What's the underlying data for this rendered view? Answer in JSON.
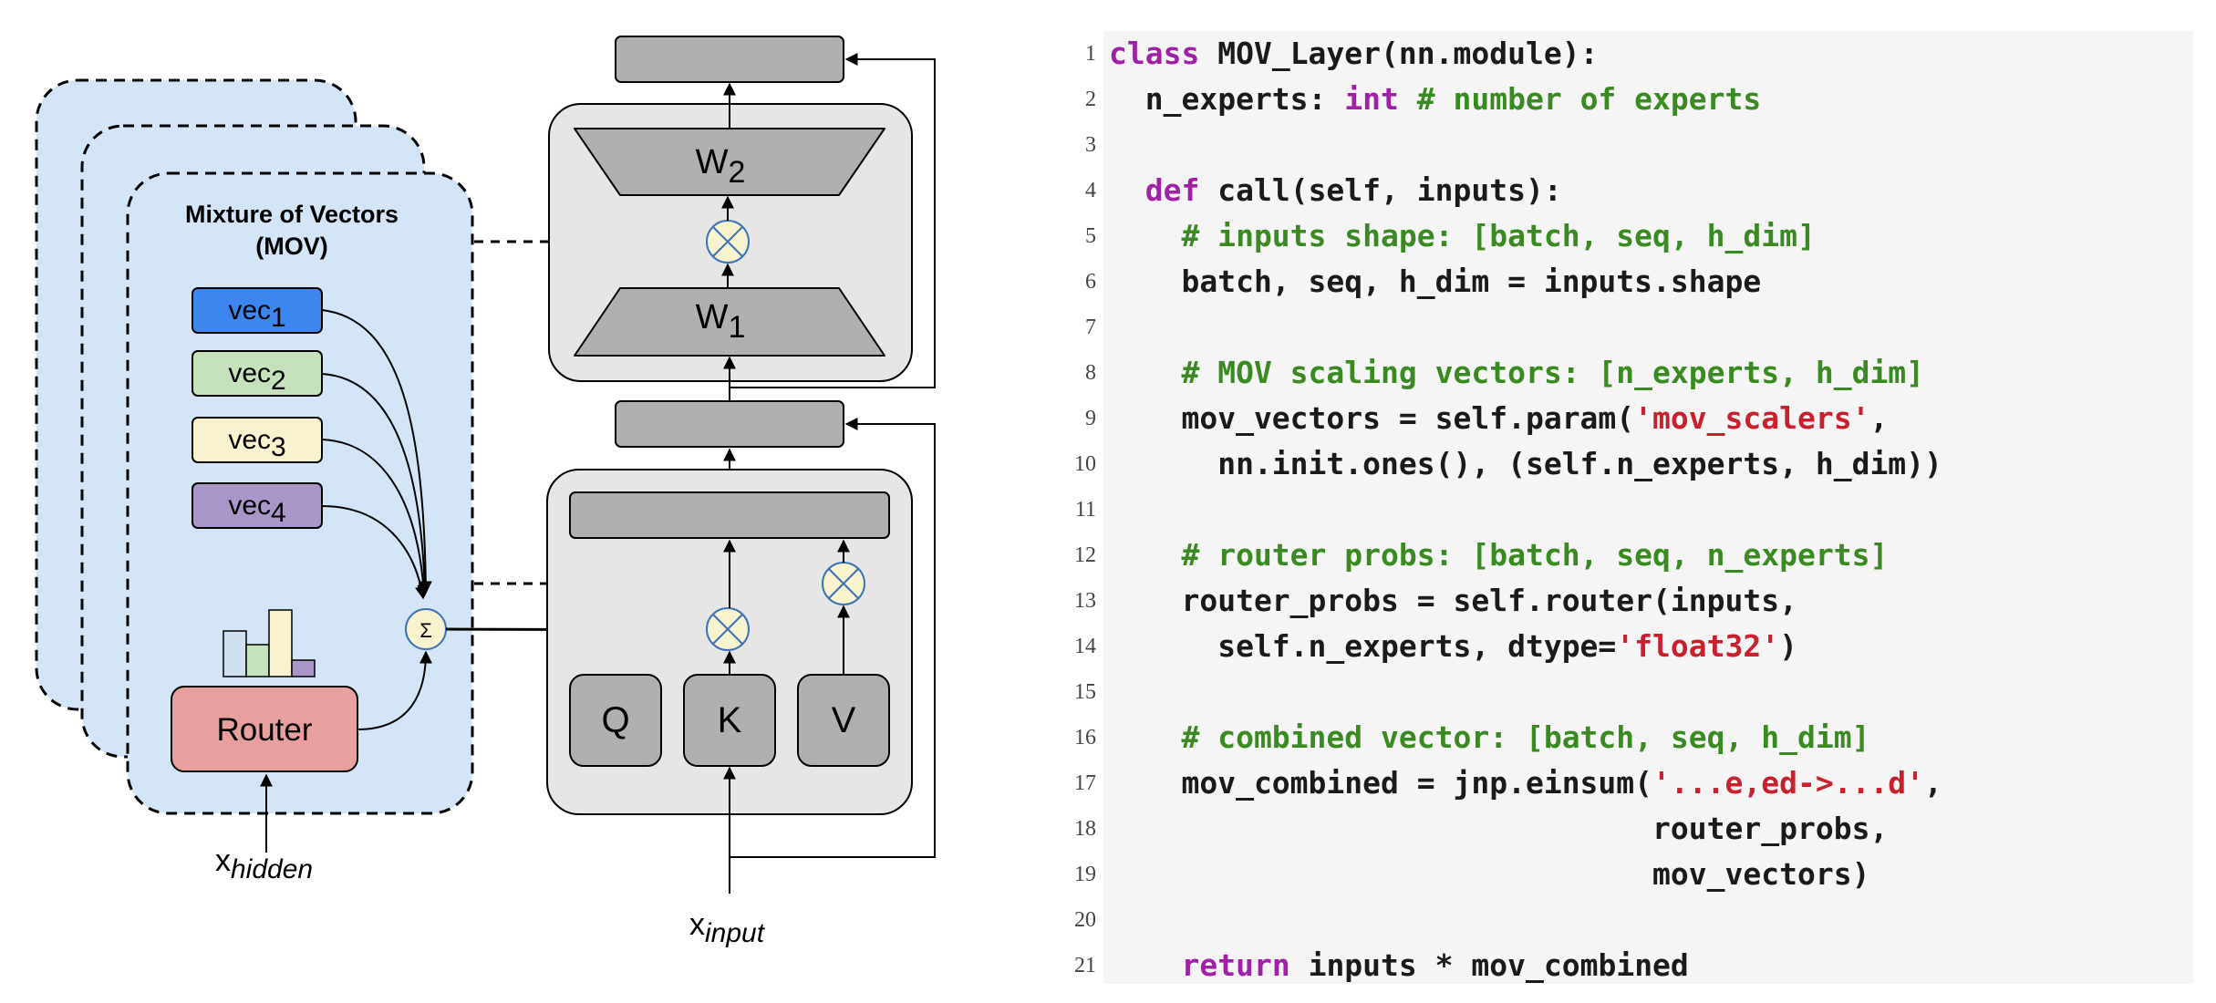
{
  "diagram": {
    "mov_title_line1": "Mixture of Vectors",
    "mov_title_line2": "(MOV)",
    "vectors": [
      {
        "base": "vec",
        "sub": "1",
        "color": "#3d86f0"
      },
      {
        "base": "vec",
        "sub": "2",
        "color": "#c6e2bc"
      },
      {
        "base": "vec",
        "sub": "3",
        "color": "#f8f2cf"
      },
      {
        "base": "vec",
        "sub": "4",
        "color": "#a897c8"
      }
    ],
    "router_label": "Router",
    "router_color": "#e7a09d",
    "sum_symbol": "Σ",
    "w1_base": "W",
    "w1_sub": "1",
    "w2_base": "W",
    "w2_sub": "2",
    "q_label": "Q",
    "k_label": "K",
    "v_label": "V",
    "x_hidden_base": "x",
    "x_hidden_sub": "hidden",
    "x_input_base": "x",
    "x_input_sub": "input",
    "histogram": [
      {
        "value": 0.5,
        "color": "#cfe0ee"
      },
      {
        "value": 0.35,
        "color": "#c6e2bc"
      },
      {
        "value": 0.73,
        "color": "#f8f2cf"
      },
      {
        "value": 0.18,
        "color": "#a897c8"
      }
    ],
    "colors": {
      "mov_bg": "#d3e5f7",
      "block_bg": "#e6e6e6",
      "block_fill": "#b0b0b0",
      "mult_fill": "#f8f2cf",
      "mult_stroke": "#3a72b8"
    }
  },
  "code": {
    "lines": [
      {
        "n": "1",
        "segs": [
          {
            "t": "class ",
            "c": "kw"
          },
          {
            "t": "MOV_Layer(nn.module):",
            "c": ""
          }
        ]
      },
      {
        "n": "2",
        "segs": [
          {
            "t": "  n_experts: ",
            "c": ""
          },
          {
            "t": "int",
            "c": "kw"
          },
          {
            "t": " # number of experts",
            "c": "cm"
          }
        ]
      },
      {
        "n": "3",
        "segs": []
      },
      {
        "n": "4",
        "segs": [
          {
            "t": "  ",
            "c": ""
          },
          {
            "t": "def",
            "c": "kw"
          },
          {
            "t": " call(self, inputs):",
            "c": ""
          }
        ]
      },
      {
        "n": "5",
        "segs": [
          {
            "t": "    # inputs shape: [batch, seq, h_dim]",
            "c": "cm"
          }
        ]
      },
      {
        "n": "6",
        "segs": [
          {
            "t": "    batch, seq, h_dim = inputs.shape",
            "c": ""
          }
        ]
      },
      {
        "n": "7",
        "segs": []
      },
      {
        "n": "8",
        "segs": [
          {
            "t": "    # MOV scaling vectors: [n_experts, h_dim]",
            "c": "cm"
          }
        ]
      },
      {
        "n": "9",
        "segs": [
          {
            "t": "    mov_vectors = self.param(",
            "c": ""
          },
          {
            "t": "'mov_scalers'",
            "c": "st"
          },
          {
            "t": ",",
            "c": ""
          }
        ]
      },
      {
        "n": "10",
        "segs": [
          {
            "t": "      nn.init.ones(), (self.n_experts, h_dim))",
            "c": ""
          }
        ]
      },
      {
        "n": "11",
        "segs": []
      },
      {
        "n": "12",
        "segs": [
          {
            "t": "    # router probs: [batch, seq, n_experts]",
            "c": "cm"
          }
        ]
      },
      {
        "n": "13",
        "segs": [
          {
            "t": "    router_probs = self.router(inputs,",
            "c": ""
          }
        ]
      },
      {
        "n": "14",
        "segs": [
          {
            "t": "      self.n_experts, dtype=",
            "c": ""
          },
          {
            "t": "'float32'",
            "c": "st"
          },
          {
            "t": ")",
            "c": ""
          }
        ]
      },
      {
        "n": "15",
        "segs": []
      },
      {
        "n": "16",
        "segs": [
          {
            "t": "    # combined vector: [batch, seq, h_dim]",
            "c": "cm"
          }
        ]
      },
      {
        "n": "17",
        "segs": [
          {
            "t": "    mov_combined = jnp.einsum(",
            "c": ""
          },
          {
            "t": "'...e,ed->...d'",
            "c": "st"
          },
          {
            "t": ",",
            "c": ""
          }
        ]
      },
      {
        "n": "18",
        "segs": [
          {
            "t": "                              router_probs,",
            "c": ""
          }
        ]
      },
      {
        "n": "19",
        "segs": [
          {
            "t": "                              mov_vectors)",
            "c": ""
          }
        ]
      },
      {
        "n": "20",
        "segs": []
      },
      {
        "n": "21",
        "segs": [
          {
            "t": "    ",
            "c": ""
          },
          {
            "t": "return",
            "c": "kw"
          },
          {
            "t": " inputs * mov_combined",
            "c": ""
          }
        ]
      }
    ]
  }
}
